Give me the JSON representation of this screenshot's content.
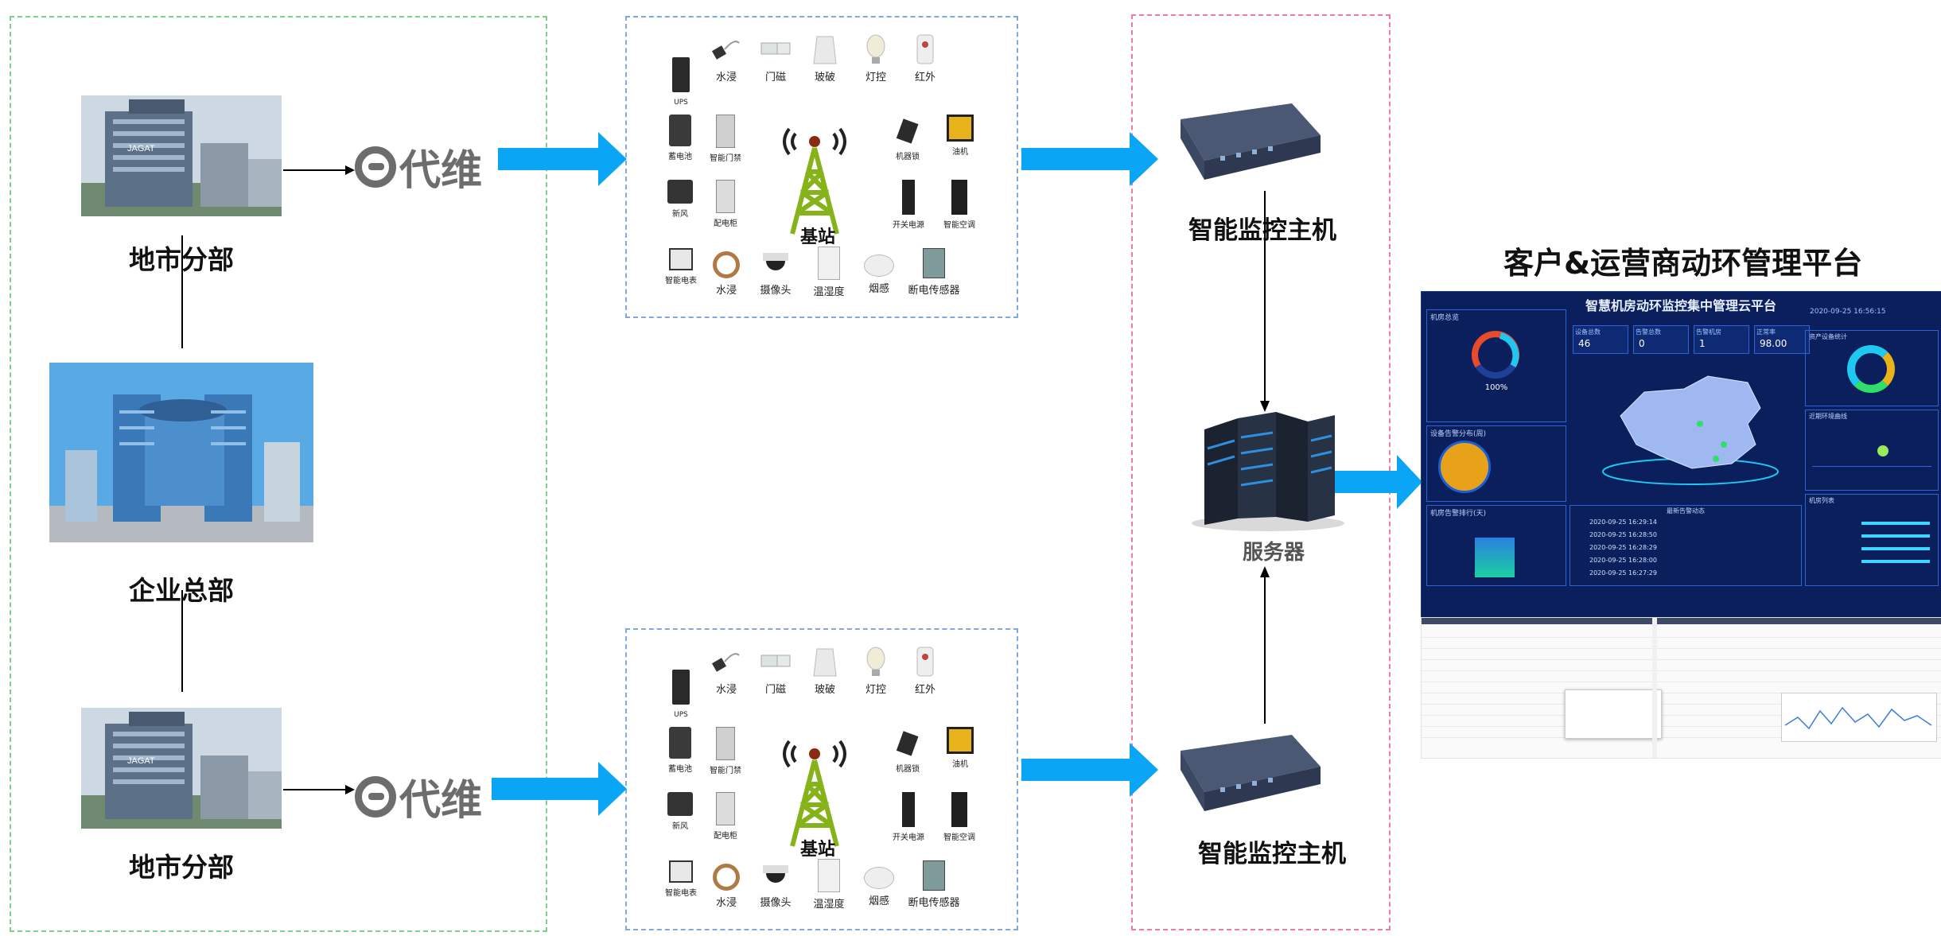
{
  "platform_title": "客户&运营商动环管理平台",
  "branches": {
    "top_label": "地市分部",
    "hq_label": "企业总部",
    "bottom_label": "地市分部"
  },
  "logo_text": "代维",
  "station_label": "基站",
  "devices": {
    "row1": [
      "UPS",
      "水浸",
      "门磁",
      "玻破",
      "灯控",
      "红外"
    ],
    "row2_left": [
      "蓄电池",
      "智能门禁"
    ],
    "row2_right": [
      "机器锁",
      "油机"
    ],
    "row3_left": [
      "新风",
      "配电柜"
    ],
    "row3_right": [
      "开关电源",
      "智能空调"
    ],
    "row4": [
      "智能电表",
      "水浸",
      "摄像头",
      "温湿度",
      "烟感",
      "断电传感器"
    ]
  },
  "monitor_host_label": "智能监控主机",
  "server_label": "服务器",
  "dashboard": {
    "title": "智慧机房动环监控集中管理云平台",
    "datetime": "2020-09-25 16:56:15",
    "kpis": [
      {
        "label": "设备总数",
        "value": "46"
      },
      {
        "label": "告警总数",
        "value": "0"
      },
      {
        "label": "告警机房",
        "value": "1"
      },
      {
        "label": "正常率",
        "value": "98.00"
      }
    ],
    "gauge_value": "100%",
    "panel_titles": [
      "机房总览",
      "设备告警分布(周)",
      "机房告警排行(天)",
      "资产设备统计",
      "近期环境曲线",
      "机房列表",
      "最新告警动态"
    ],
    "alarm_rows": [
      "2020-09-25 16:29:14",
      "2020-09-25 16:28:50",
      "2020-09-25 16:28:29",
      "2020-09-25 16:28:00",
      "2020-09-25 16:27:29"
    ]
  },
  "colors": {
    "arrow": "#0aa6f5",
    "green_frame": "#7ccf8c",
    "blue_frame": "#7fa8e0",
    "pink_frame": "#f07aa0",
    "dashboard_bg": "#0b1f5c"
  }
}
